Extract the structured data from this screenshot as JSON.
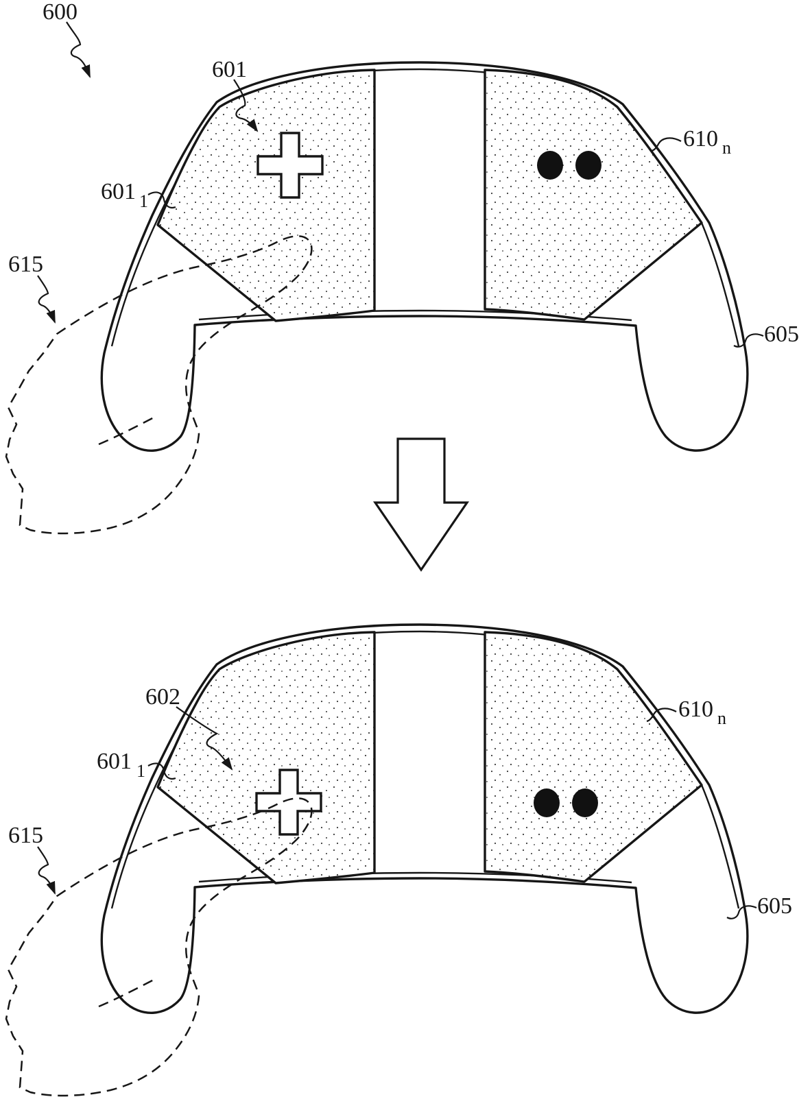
{
  "page": {
    "background": "#ffffff",
    "ink": "#161616"
  },
  "figure": {
    "top_view": {
      "labels": {
        "ref600": "600",
        "ref601": "601",
        "ref601_1_main": "601",
        "ref601_1_sub": "1",
        "ref610_main": "610",
        "ref610_sub": "n",
        "ref605": "605",
        "ref615": "615"
      }
    },
    "transition_arrow": {
      "direction": "down"
    },
    "bottom_view": {
      "labels": {
        "ref602": "602",
        "ref601_1_main": "601",
        "ref601_1_sub": "1",
        "ref610_main": "610",
        "ref610_sub": "n",
        "ref605": "605",
        "ref615": "615"
      }
    }
  }
}
